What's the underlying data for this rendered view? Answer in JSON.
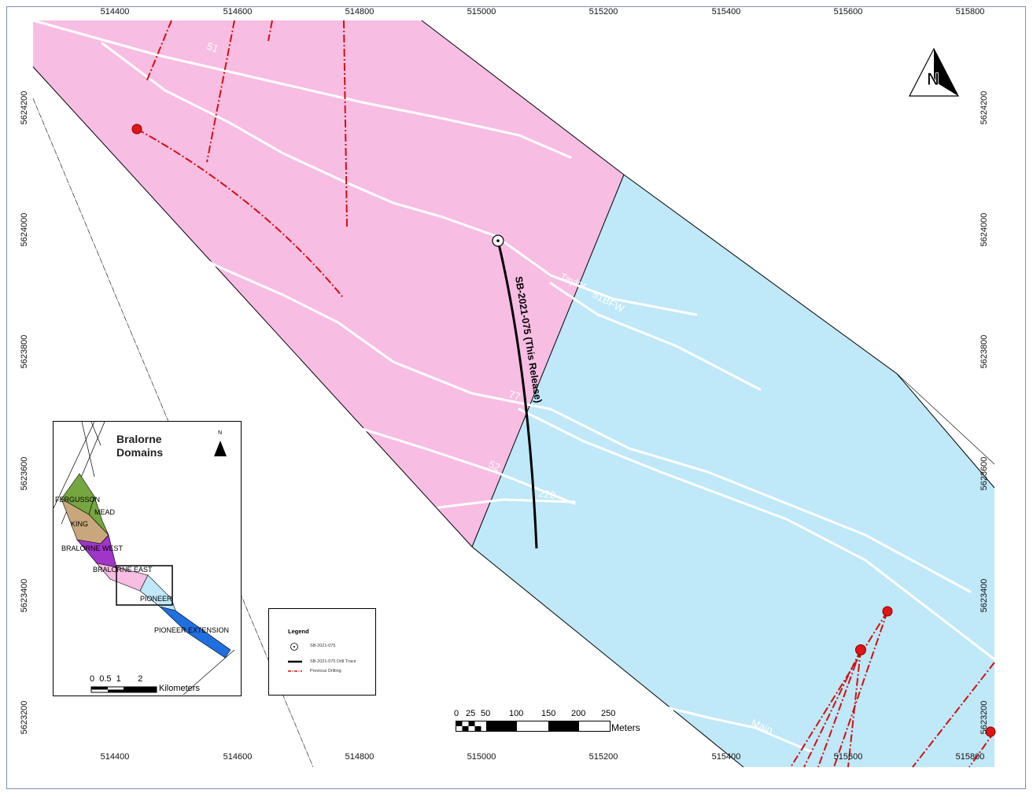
{
  "map": {
    "x_ticks": [
      "514400",
      "514600",
      "514800",
      "515000",
      "515200",
      "515400",
      "515600",
      "515800"
    ],
    "y_ticks": [
      "5624200",
      "5624000",
      "5623800",
      "5623600",
      "5623400",
      "5623200"
    ],
    "domain_colors": {
      "bralorne_east": "#f8bde3",
      "pioneer": "#bfe8f8"
    },
    "vein_labels": [
      "51",
      "Taylor",
      "51BFW",
      "77",
      "52",
      "222",
      "Main"
    ],
    "drill_hole_label": "SB-2021-075 (This Release)",
    "north_arrow": "N"
  },
  "inset": {
    "title": "Bralorne\nDomains",
    "north_arrow": "N",
    "domains": [
      {
        "name": "FERGUSSON",
        "color": "#76a640"
      },
      {
        "name": "MEAD",
        "color": "#76a640"
      },
      {
        "name": "KING",
        "color": "#c9a77c"
      },
      {
        "name": "BRALORNE WEST",
        "color": "#a035c8"
      },
      {
        "name": "BRALORNE EAST",
        "color": "#f8bde3"
      },
      {
        "name": "PIONEER",
        "color": "#bfe8f8"
      },
      {
        "name": "PIONEER EXTENSION",
        "color": "#1f6fe0"
      }
    ],
    "scale": {
      "ticks": [
        "0",
        "0.5",
        "1",
        "2"
      ],
      "unit": "Kilometers"
    }
  },
  "legend": {
    "title": "Legend",
    "items": [
      "SB-2021-075",
      "SB-2021-075 Drill Trace",
      "Previous Drilling"
    ]
  },
  "scale_bar": {
    "ticks": [
      "0",
      "25",
      "50",
      "100",
      "150",
      "200",
      "250"
    ],
    "unit": "Meters"
  }
}
